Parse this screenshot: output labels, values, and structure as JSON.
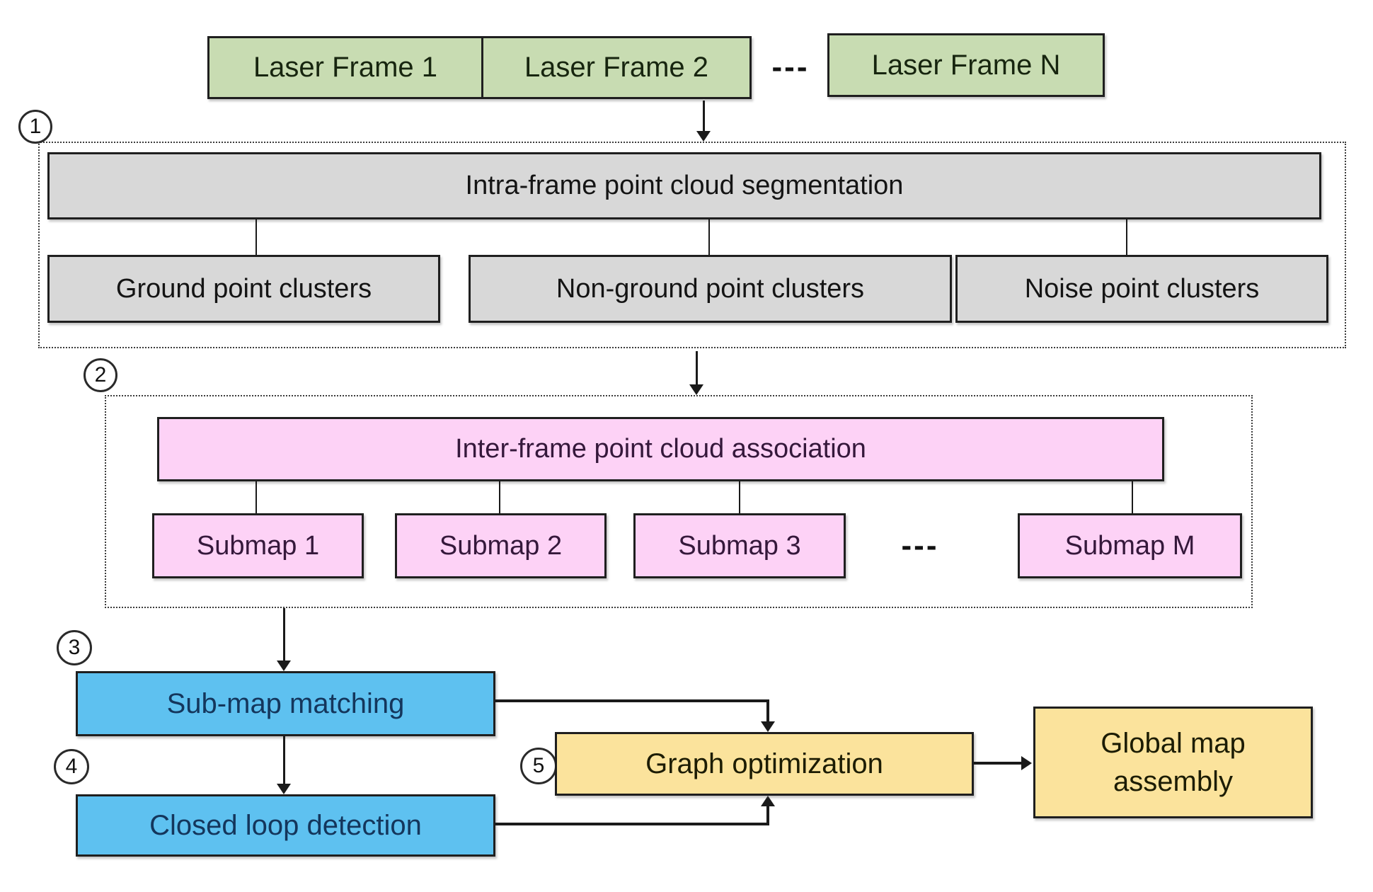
{
  "frames": {
    "f1": "Laser Frame 1",
    "f2": "Laser Frame 2",
    "fn": "Laser Frame N",
    "dots": "---"
  },
  "section1": {
    "num": "1",
    "title": "Intra-frame point cloud segmentation",
    "ground": "Ground point clusters",
    "nonground": "Non-ground point clusters",
    "noise": "Noise point clusters"
  },
  "section2": {
    "num": "2",
    "title": "Inter-frame point cloud association",
    "sub1": "Submap 1",
    "sub2": "Submap 2",
    "sub3": "Submap 3",
    "subm": "Submap M",
    "dots": "---"
  },
  "step3": {
    "num": "3",
    "label": "Sub-map matching"
  },
  "step4": {
    "num": "4",
    "label": "Closed loop detection"
  },
  "step5": {
    "num": "5",
    "label": "Graph optimization"
  },
  "output": {
    "label": "Global map assembly"
  },
  "colors": {
    "green": "#c8dcb2",
    "gray": "#d8d8d8",
    "pink": "#fdd2f6",
    "blue": "#5ec1f0",
    "yellow": "#fbe39c",
    "line": "#1a1a1a"
  }
}
